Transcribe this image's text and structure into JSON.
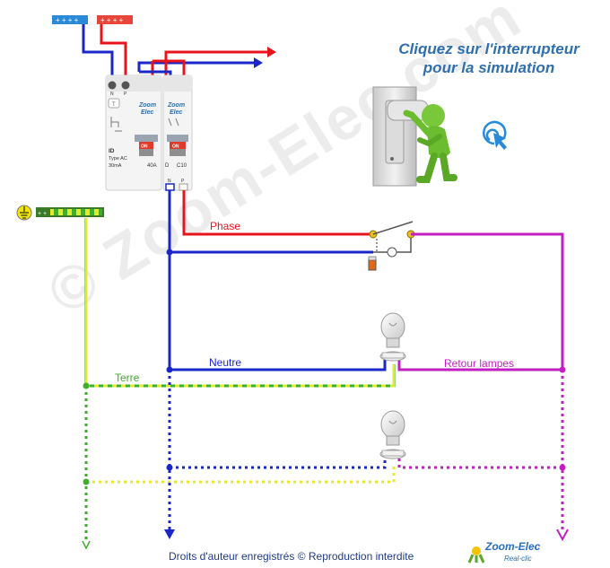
{
  "instruction": {
    "line1": "Cliquez sur l'interrupteur",
    "line2": "pour la simulation"
  },
  "labels": {
    "phase": "Phase",
    "neutre": "Neutre",
    "terre": "Terre",
    "retour": "Retour lampes"
  },
  "breaker_id": {
    "brand1": "Zoom",
    "brand2": "Elec",
    "n": "N",
    "p": "P",
    "t": "T",
    "on": "ON",
    "id": "ID",
    "type": "Type AC",
    "sens": "30mA",
    "rating": "40A"
  },
  "breaker_c10": {
    "brand1": "Zoom",
    "brand2": "Elec",
    "on": "ON",
    "d": "D",
    "rating": "C10",
    "n": "N",
    "p": "P"
  },
  "footer": "Droits d'auteur enregistrés © Reproduction interdite",
  "logo": {
    "line1": "Zoom-Elec",
    "line2": "Real-clic"
  },
  "watermark": "© Zoom-Elec.com",
  "colors": {
    "phase": "#e8141b",
    "neutral": "#1a27c8",
    "earth_green": "#3fae2a",
    "earth_yellow": "#e8e82a",
    "return": "#c21fc2",
    "title": "#2f6fb0"
  }
}
